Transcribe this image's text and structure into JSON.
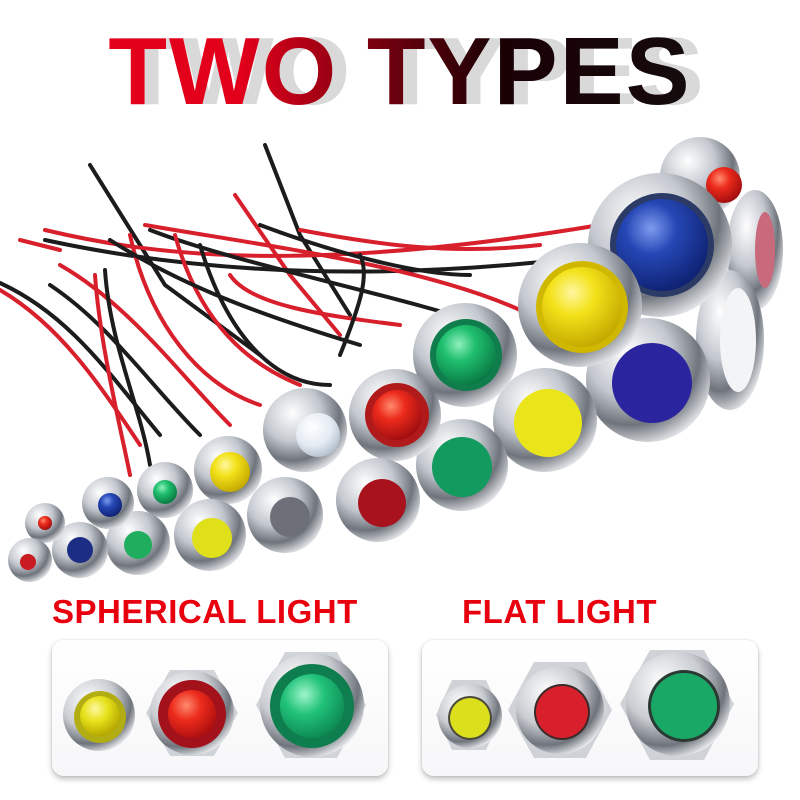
{
  "title": {
    "text": "TWO TYPES",
    "gradient_start": "#e3001b",
    "gradient_end": "#111111",
    "shadow_color": "#d9d9d9"
  },
  "hero": {
    "description": "Cluster of chrome metal indicator lights with red and black lead wires",
    "wire_colors": [
      "#d81f2c",
      "#1c1c1c"
    ],
    "lights": [
      {
        "type": "spherical",
        "color": "red"
      },
      {
        "type": "flat",
        "color": "red"
      },
      {
        "type": "spherical",
        "color": "blue"
      },
      {
        "type": "flat",
        "color": "blue"
      },
      {
        "type": "spherical",
        "color": "green"
      },
      {
        "type": "flat",
        "color": "green"
      },
      {
        "type": "spherical",
        "color": "yellow"
      },
      {
        "type": "flat",
        "color": "yellow"
      },
      {
        "type": "spherical",
        "color": "white"
      },
      {
        "type": "flat",
        "color": "white"
      },
      {
        "type": "spherical",
        "color": "red"
      },
      {
        "type": "flat",
        "color": "red"
      },
      {
        "type": "spherical",
        "color": "green"
      },
      {
        "type": "flat",
        "color": "green"
      },
      {
        "type": "spherical",
        "color": "yellow"
      },
      {
        "type": "flat",
        "color": "yellow"
      },
      {
        "type": "spherical",
        "color": "blue"
      },
      {
        "type": "flat",
        "color": "blue"
      },
      {
        "type": "spherical",
        "color": "red"
      },
      {
        "type": "flat",
        "color": "red"
      }
    ]
  },
  "sections": {
    "spherical": {
      "label": "SPHERICAL LIGHT",
      "label_color": "#e8000f",
      "samples": [
        "yellow",
        "red",
        "green"
      ]
    },
    "flat": {
      "label": "FLAT LIGHT",
      "label_color": "#e8000f",
      "samples": [
        "yellow",
        "red",
        "green"
      ]
    }
  },
  "colors": {
    "red": "#e22a1f",
    "dark_red": "#a8121c",
    "green": "#1fb26a",
    "dark_green": "#0e8a55",
    "yellow": "#e9e51a",
    "blue": "#1f3fae",
    "white": "#e8eef5",
    "chrome": "#c9ccd1"
  }
}
